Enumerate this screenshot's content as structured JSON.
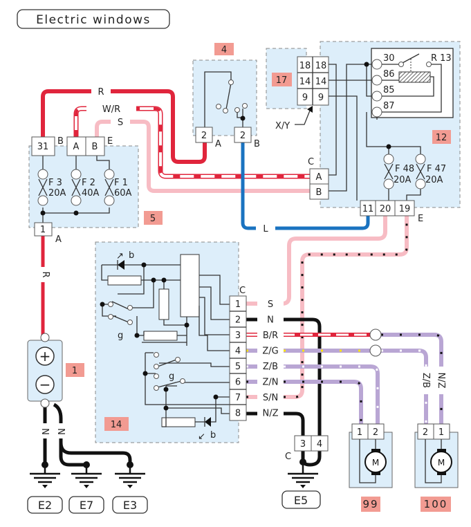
{
  "title": "Electric windows",
  "components": {
    "c1": "1",
    "c4": "4",
    "c5": "5",
    "c12": "12",
    "c14": "14",
    "c17": "17",
    "c99": "99",
    "c100": "100"
  },
  "colors": {
    "red": "#e0253c",
    "pink": "#f7bcc4",
    "blue": "#1a73c0",
    "black": "#111111",
    "purple": "#b9a6d4",
    "label_bg": "#f29b92",
    "zone_bg": "#ddeefa"
  },
  "fusebox": {
    "connectors": {
      "b": "31",
      "e_a": "A",
      "e_b": "B",
      "a": "1"
    },
    "connector_letters": {
      "b": "B",
      "e": "E",
      "a": "A"
    },
    "fuses": [
      {
        "name": "F 3",
        "rating": "20A"
      },
      {
        "name": "F 2",
        "rating": "40A"
      },
      {
        "name": "F 1",
        "rating": "60A"
      }
    ]
  },
  "switch4": {
    "pin_a": "2",
    "letter_a": "A",
    "pin_b": "2",
    "letter_b": "B"
  },
  "module17": {
    "pins": [
      "18",
      "18",
      "14",
      "14",
      "9",
      "9"
    ],
    "note": "X/Y"
  },
  "relay12": {
    "pins": [
      "30",
      "86",
      "85",
      "87"
    ],
    "relay_name": "R 13",
    "fuses": [
      {
        "name": "F 48",
        "rating": "20A"
      },
      {
        "name": "F 47",
        "rating": "20A"
      }
    ],
    "conn_c": {
      "letter": "C",
      "pins": [
        "A",
        "B"
      ]
    },
    "conn_e": {
      "letter": "E",
      "pins": [
        "11",
        "20",
        "19"
      ]
    }
  },
  "wires_top": {
    "r": "R",
    "wr": "W/R",
    "s": "S",
    "l": "L",
    "battery_r": "R",
    "ground_n1": "N",
    "ground_n2": "N"
  },
  "switch14": {
    "letter": "C",
    "pins": [
      "1",
      "2",
      "3",
      "4",
      "5",
      "6",
      "7",
      "8"
    ],
    "wire_labels": [
      "S",
      "N",
      "B/R",
      "Z/G",
      "Z/B",
      "Z/N",
      "S/N",
      "N/Z"
    ],
    "lamp_label": "b",
    "switch_label": "g"
  },
  "ground_e5": {
    "letter": "C",
    "pins": [
      "3",
      "4"
    ],
    "name": "E5"
  },
  "motors": [
    {
      "pins": [
        "1",
        "2"
      ],
      "symbol": "M"
    },
    {
      "pins": [
        "2",
        "1"
      ],
      "symbol": "M",
      "wire_labels": [
        "Z/B",
        "N/Z"
      ]
    }
  ],
  "battery": {
    "plus": "+",
    "minus": "−"
  },
  "grounds": [
    "E2",
    "E7",
    "E3"
  ]
}
